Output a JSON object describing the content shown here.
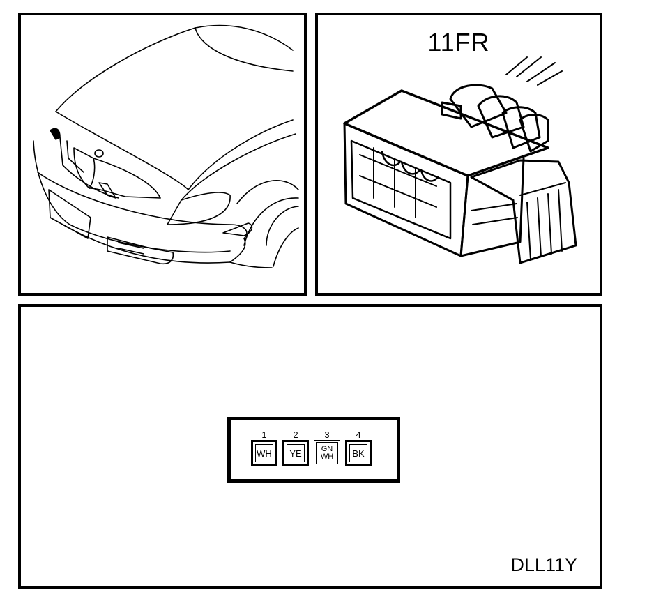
{
  "connector": {
    "title": "11FR",
    "pins": [
      {
        "number": "1",
        "color": "WH"
      },
      {
        "number": "2",
        "color": "YE"
      },
      {
        "number": "3",
        "color": "GN\nWH"
      },
      {
        "number": "4",
        "color": "BK"
      }
    ]
  },
  "footer": {
    "code": "DLL11Y"
  }
}
